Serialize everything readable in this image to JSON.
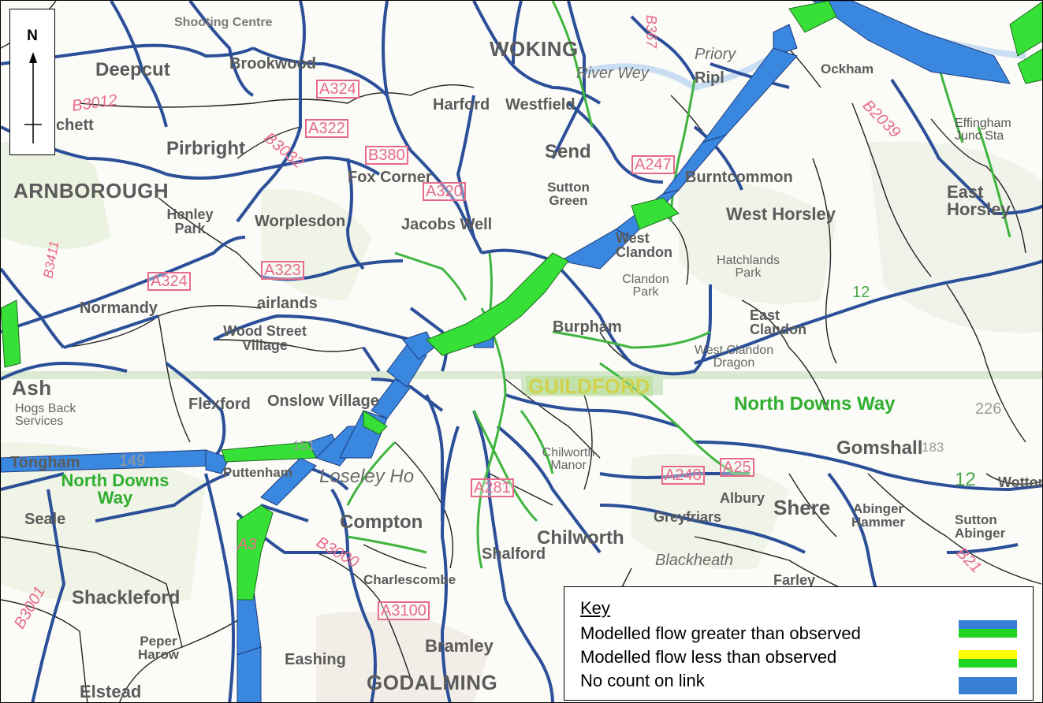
{
  "map": {
    "north_label": "N",
    "place_labels": {
      "deepcut": "Deepcut",
      "brookwood": "Brookwood",
      "shooting_centre": "Shooting Centre",
      "woking": "WOKING",
      "river_wey": "River Wey",
      "priory": "Priory",
      "ripley": "Ripl",
      "ockham": "Ockham",
      "effingham_junc": "Effingham Junc Sta",
      "chett": "chett",
      "pirbright": "Pirbright",
      "harford": "Harford",
      "westfield": "Westfield",
      "send": "Send",
      "fox_corner": "Fox Corner",
      "sutton_green": "Sutton Green",
      "burntcommon": "Burntcommon",
      "east_horsley": "East Horsley",
      "farnborough": "ARNBOROUGH",
      "henley_park": "Henley Park",
      "worplesdon": "Worplesdon",
      "jacobs_well": "Jacobs Well",
      "west_horsley": "West Horsley",
      "west_clandon": "West Clandon",
      "hatchlands_park": "Hatchlands Park",
      "clandon_park": "Clandon Park",
      "normandy": "Normandy",
      "fairlands": "airlands",
      "wood_street": "Wood Street Village",
      "burpham": "Burpham",
      "east_clandon": "East Clandon",
      "west_clandon_dragon": "West Clandon Dragon",
      "ash": "Ash",
      "hogs_back": "Hogs Back Services",
      "flexford": "Flexford",
      "onslow": "Onslow Village",
      "guildford": "GUILDFORD",
      "north_downs_way_e": "North Downs Way",
      "gomshall": "Gomshall",
      "tongham": "Tongham",
      "north_downs_way_w": "North Downs Way",
      "puttenham": "Puttenham",
      "losely": "Loseley Ho",
      "chilworth_manor": "Chilworth Manor",
      "albury": "Albury",
      "shere": "Shere",
      "abinger_hammer": "Abinger Hammer",
      "sutton_abinger": "Sutton Abinger",
      "wotton": "Wotton",
      "seale": "Seale",
      "compton": "Compton",
      "greyfriars": "Greyfriars",
      "chilworth": "Chilworth",
      "shalford": "Shalford",
      "blackheath": "Blackheath",
      "farley": "Farley",
      "shackleford": "Shackleford",
      "peper_harow": "Peper Harow",
      "eashing": "Eashing",
      "bramley": "Bramley",
      "godalming": "GODALMING",
      "elstead": "Elstead",
      "charlescombe": "Charlescombe"
    },
    "road_labels": {
      "b3012": "B3012",
      "b3032": "B3032",
      "b380": "B380",
      "a322": "A322",
      "a324_n": "A324",
      "a320": "A320",
      "b367": "B367",
      "b2039": "B2039",
      "a247": "A247",
      "b3411": "B3411",
      "a324_w": "A324",
      "a323": "A323",
      "a25": "A25",
      "a248": "A248",
      "a281": "A281",
      "a3": "A3",
      "a3100": "A3100",
      "b3000": "B3000",
      "b3001": "B3001",
      "b2126": "B21"
    },
    "numbers": {
      "n149": "149",
      "n12a": "12",
      "n12b": "12",
      "n226": "226",
      "n183": "183",
      "n151": "151"
    }
  },
  "key": {
    "title": "Key",
    "items": [
      {
        "label": "Modelled flow greater than observed",
        "colors": [
          "#3a7fd6",
          "#1fd51f"
        ]
      },
      {
        "label": "Modelled flow less than observed",
        "colors": [
          "#ffff00",
          "#1fd51f"
        ]
      },
      {
        "label": "No count on link",
        "colors": [
          "#3a7fd6"
        ]
      }
    ]
  },
  "colors": {
    "flow_blue": "#3a87e0",
    "flow_green": "#37e037",
    "road_outline": "#1e3a7a",
    "river": "#cfe3f5",
    "woodland": "#e3efd6"
  }
}
